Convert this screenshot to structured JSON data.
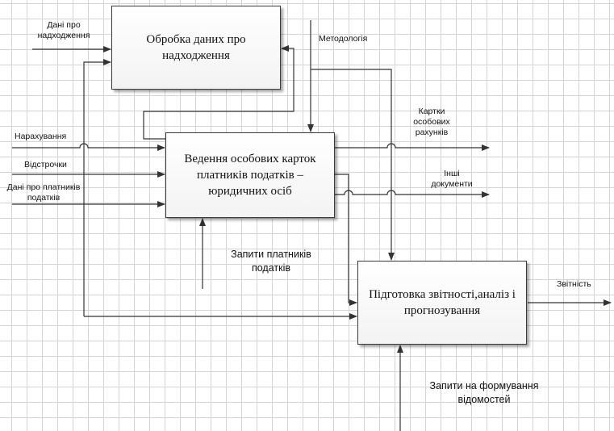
{
  "boxes": {
    "income_processing": "Обробка даних про надходження",
    "taxpayer_cards": "Ведення особових карток платників податків – юридичних осіб",
    "reporting": "Підготовка звітності,аналіз і прогнозування"
  },
  "inputs": {
    "income_data": "Дані про\nнадходження",
    "accruals": "Нарахування",
    "deferrals": "Відстрочки",
    "taxpayer_data": "Дані про платників\nподатків"
  },
  "controls": {
    "methodology": "Методологія",
    "taxpayer_requests": "Запити платників\nподатків",
    "report_requests": "Запити на формування\nвідомостей"
  },
  "outputs": {
    "cards": "Картки\nособових\nрахунків",
    "other_docs": "Інші\nдокументи",
    "reports": "Звітність"
  },
  "colors": {
    "line": "#333333",
    "box_border": "#3a3a3a",
    "grid": "#d4d4d4"
  }
}
